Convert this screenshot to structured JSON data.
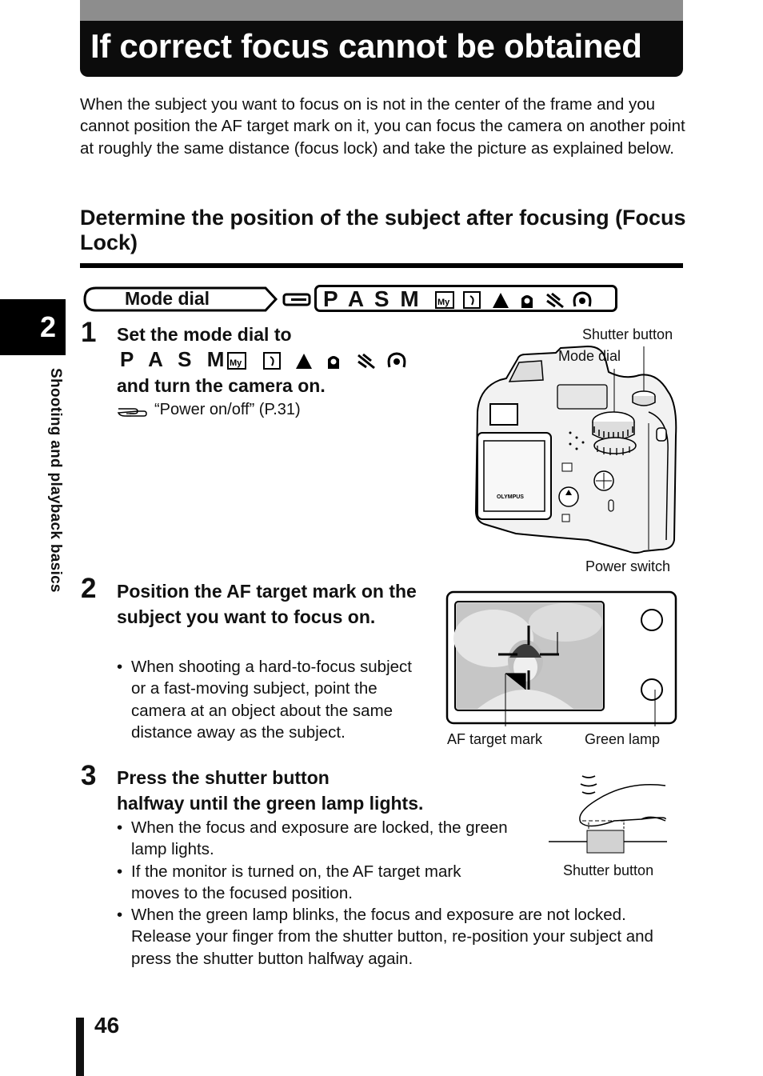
{
  "page_title": "If correct focus cannot be obtained",
  "intro": "When the subject you want to focus on is not in the center of the frame and you cannot position the AF target mark on it, you can focus the camera on another point at roughly the same distance (focus lock) and take the picture as explained below.",
  "section_heading": "Determine the position of the subject after focusing (Focus Lock)",
  "chapter": {
    "number": "2",
    "label": "Shooting and playback basics"
  },
  "mode_dial": {
    "label": "Mode dial",
    "letters": "P A S M"
  },
  "steps": [
    {
      "number": "1",
      "line1": "Set the mode dial to",
      "line3": "and turn the camera on.",
      "reference": "“Power on/off” (P.31)"
    },
    {
      "number": "2",
      "heading": "Position the AF target mark on the subject you want to focus on.",
      "bullets": [
        "When shooting a hard-to-focus subject or a fast-moving subject, point the camera at an object about the same distance away as the subject."
      ]
    },
    {
      "number": "3",
      "heading_line1": "Press the shutter button",
      "heading_line2": "halfway until the green lamp lights.",
      "bullets": [
        "When the focus and exposure are locked, the green lamp lights.",
        "If the monitor is turned on, the AF target mark moves to the focused position.",
        "When the green lamp blinks, the focus and exposure are not locked. Release your finger from the shutter button, re-position your subject and press the shutter button halfway again."
      ]
    }
  ],
  "figure_camera": {
    "shutter_button": "Shutter button",
    "mode_dial": "Mode dial",
    "power_switch": "Power switch",
    "brand": "OLYMPUS"
  },
  "figure_viewfinder": {
    "af_target_mark": "AF target mark",
    "green_lamp": "Green lamp"
  },
  "figure_press": {
    "shutter_button": "Shutter button"
  },
  "page_number": "46"
}
